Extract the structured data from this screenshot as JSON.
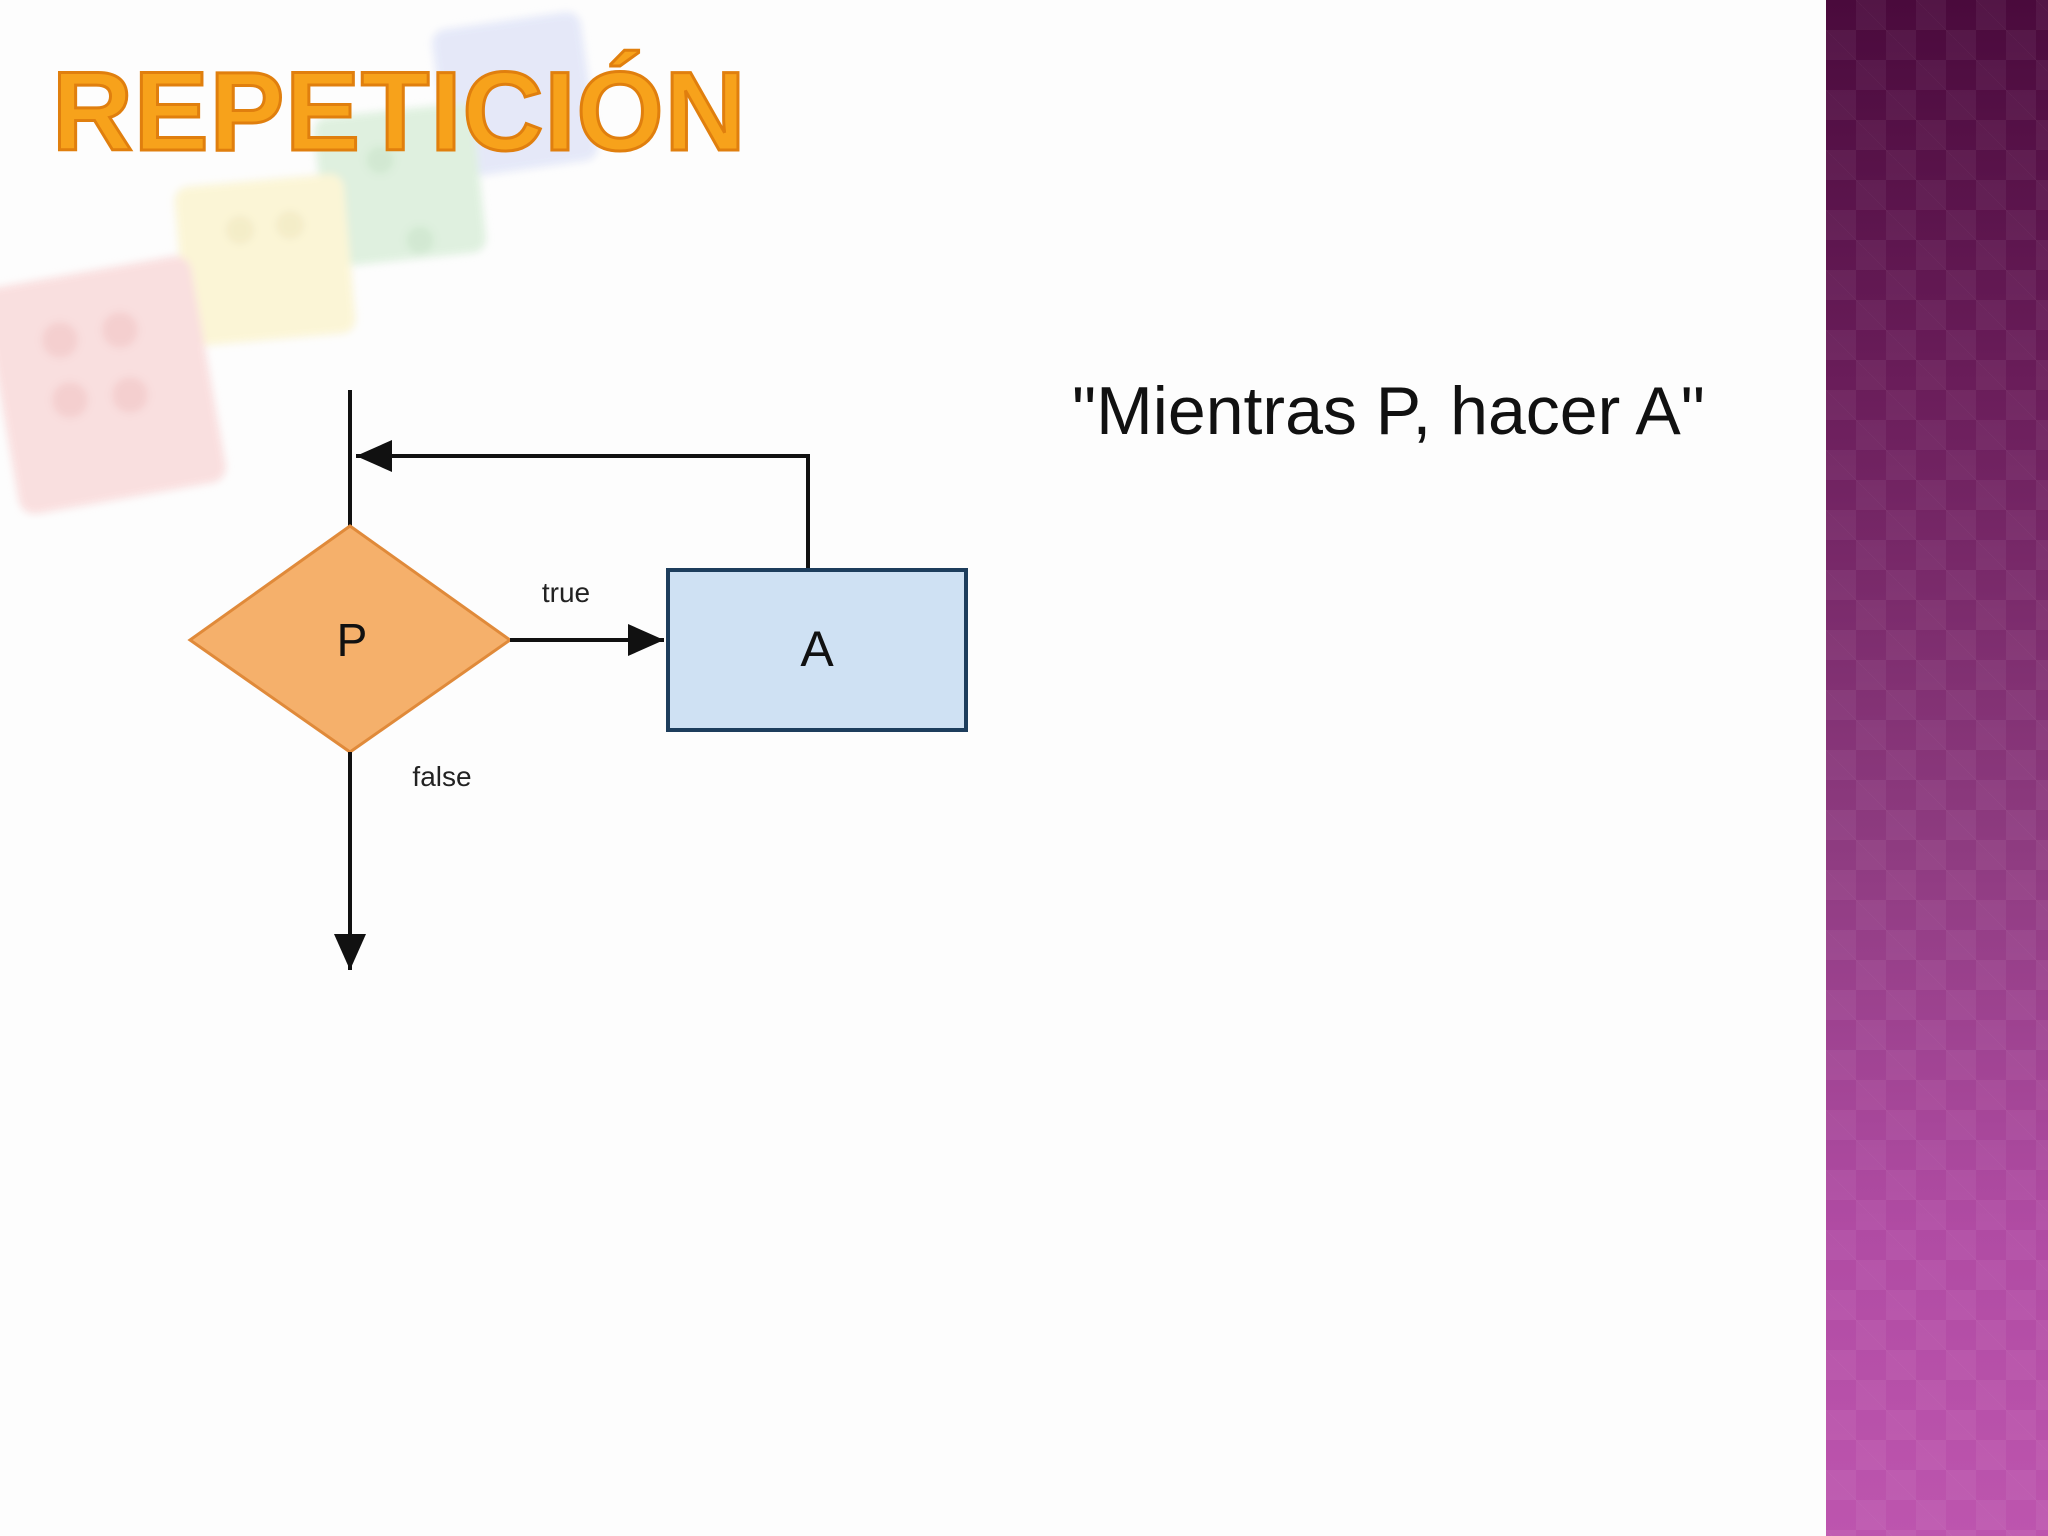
{
  "slide": {
    "title": "REPETICIÓN",
    "caption": "\"Mientras P, hacer A\""
  },
  "flowchart": {
    "decision_label": "P",
    "action_label": "A",
    "true_label": "true",
    "false_label": "false"
  },
  "colors": {
    "title_fill": "#f7a21b",
    "decision_fill": "#f5b06b",
    "action_fill": "#cfe1f3",
    "action_border": "#1d3d5c",
    "band_top": "#4a0a3c",
    "band_bottom": "#bd55ae"
  }
}
